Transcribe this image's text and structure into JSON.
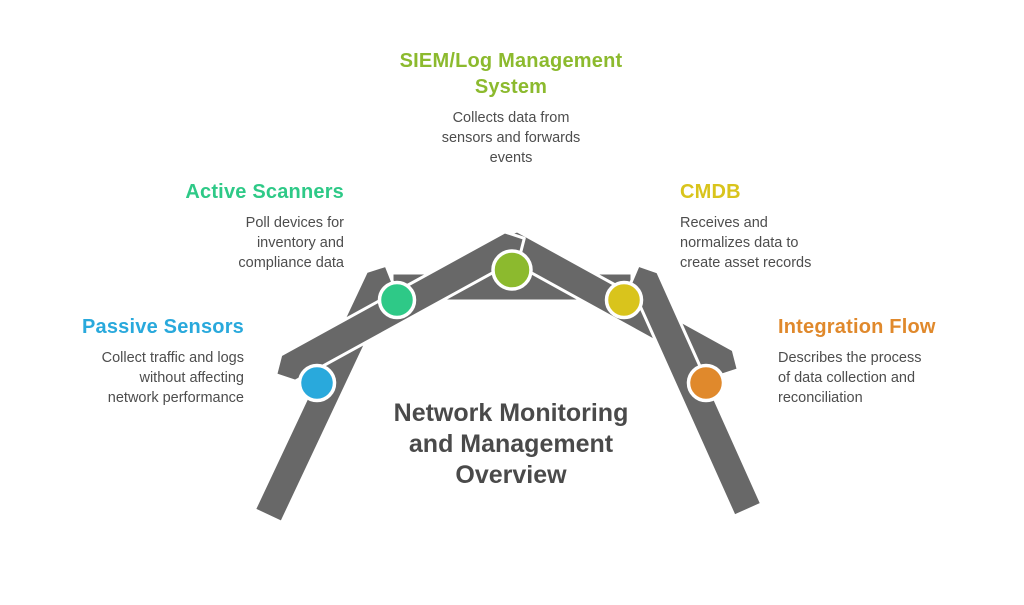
{
  "title": {
    "lines": [
      "Network Monitoring",
      "and Management",
      "Overview"
    ],
    "color": "#4a4a4a"
  },
  "arch": {
    "color": "#686868"
  },
  "text_color": "#4d4d4d",
  "nodes": [
    {
      "id": "passive-sensors",
      "label": "Passive Sensors",
      "color": "#29a9dc",
      "desc_lines": [
        "Collect traffic and logs",
        "without affecting",
        "network performance"
      ]
    },
    {
      "id": "active-scanners",
      "label": "Active Scanners",
      "color": "#2ec987",
      "desc_lines": [
        "Poll devices for",
        "inventory and",
        "compliance data"
      ]
    },
    {
      "id": "siem-log-management-system",
      "label_lines": [
        "SIEM/Log",
        "Management",
        "System"
      ],
      "color": "#8cba2e",
      "desc_lines": [
        "Collects data from",
        "sensors and forwards",
        "events"
      ]
    },
    {
      "id": "cmdb",
      "label": "CMDB",
      "color": "#d9c41c",
      "desc_lines": [
        "Receives and",
        "normalizes data to",
        "create asset records"
      ]
    },
    {
      "id": "integration-flow",
      "label": "Integration Flow",
      "color": "#e0892c",
      "desc_lines": [
        "Describes the process",
        "of data collection and",
        "reconciliation"
      ]
    }
  ]
}
